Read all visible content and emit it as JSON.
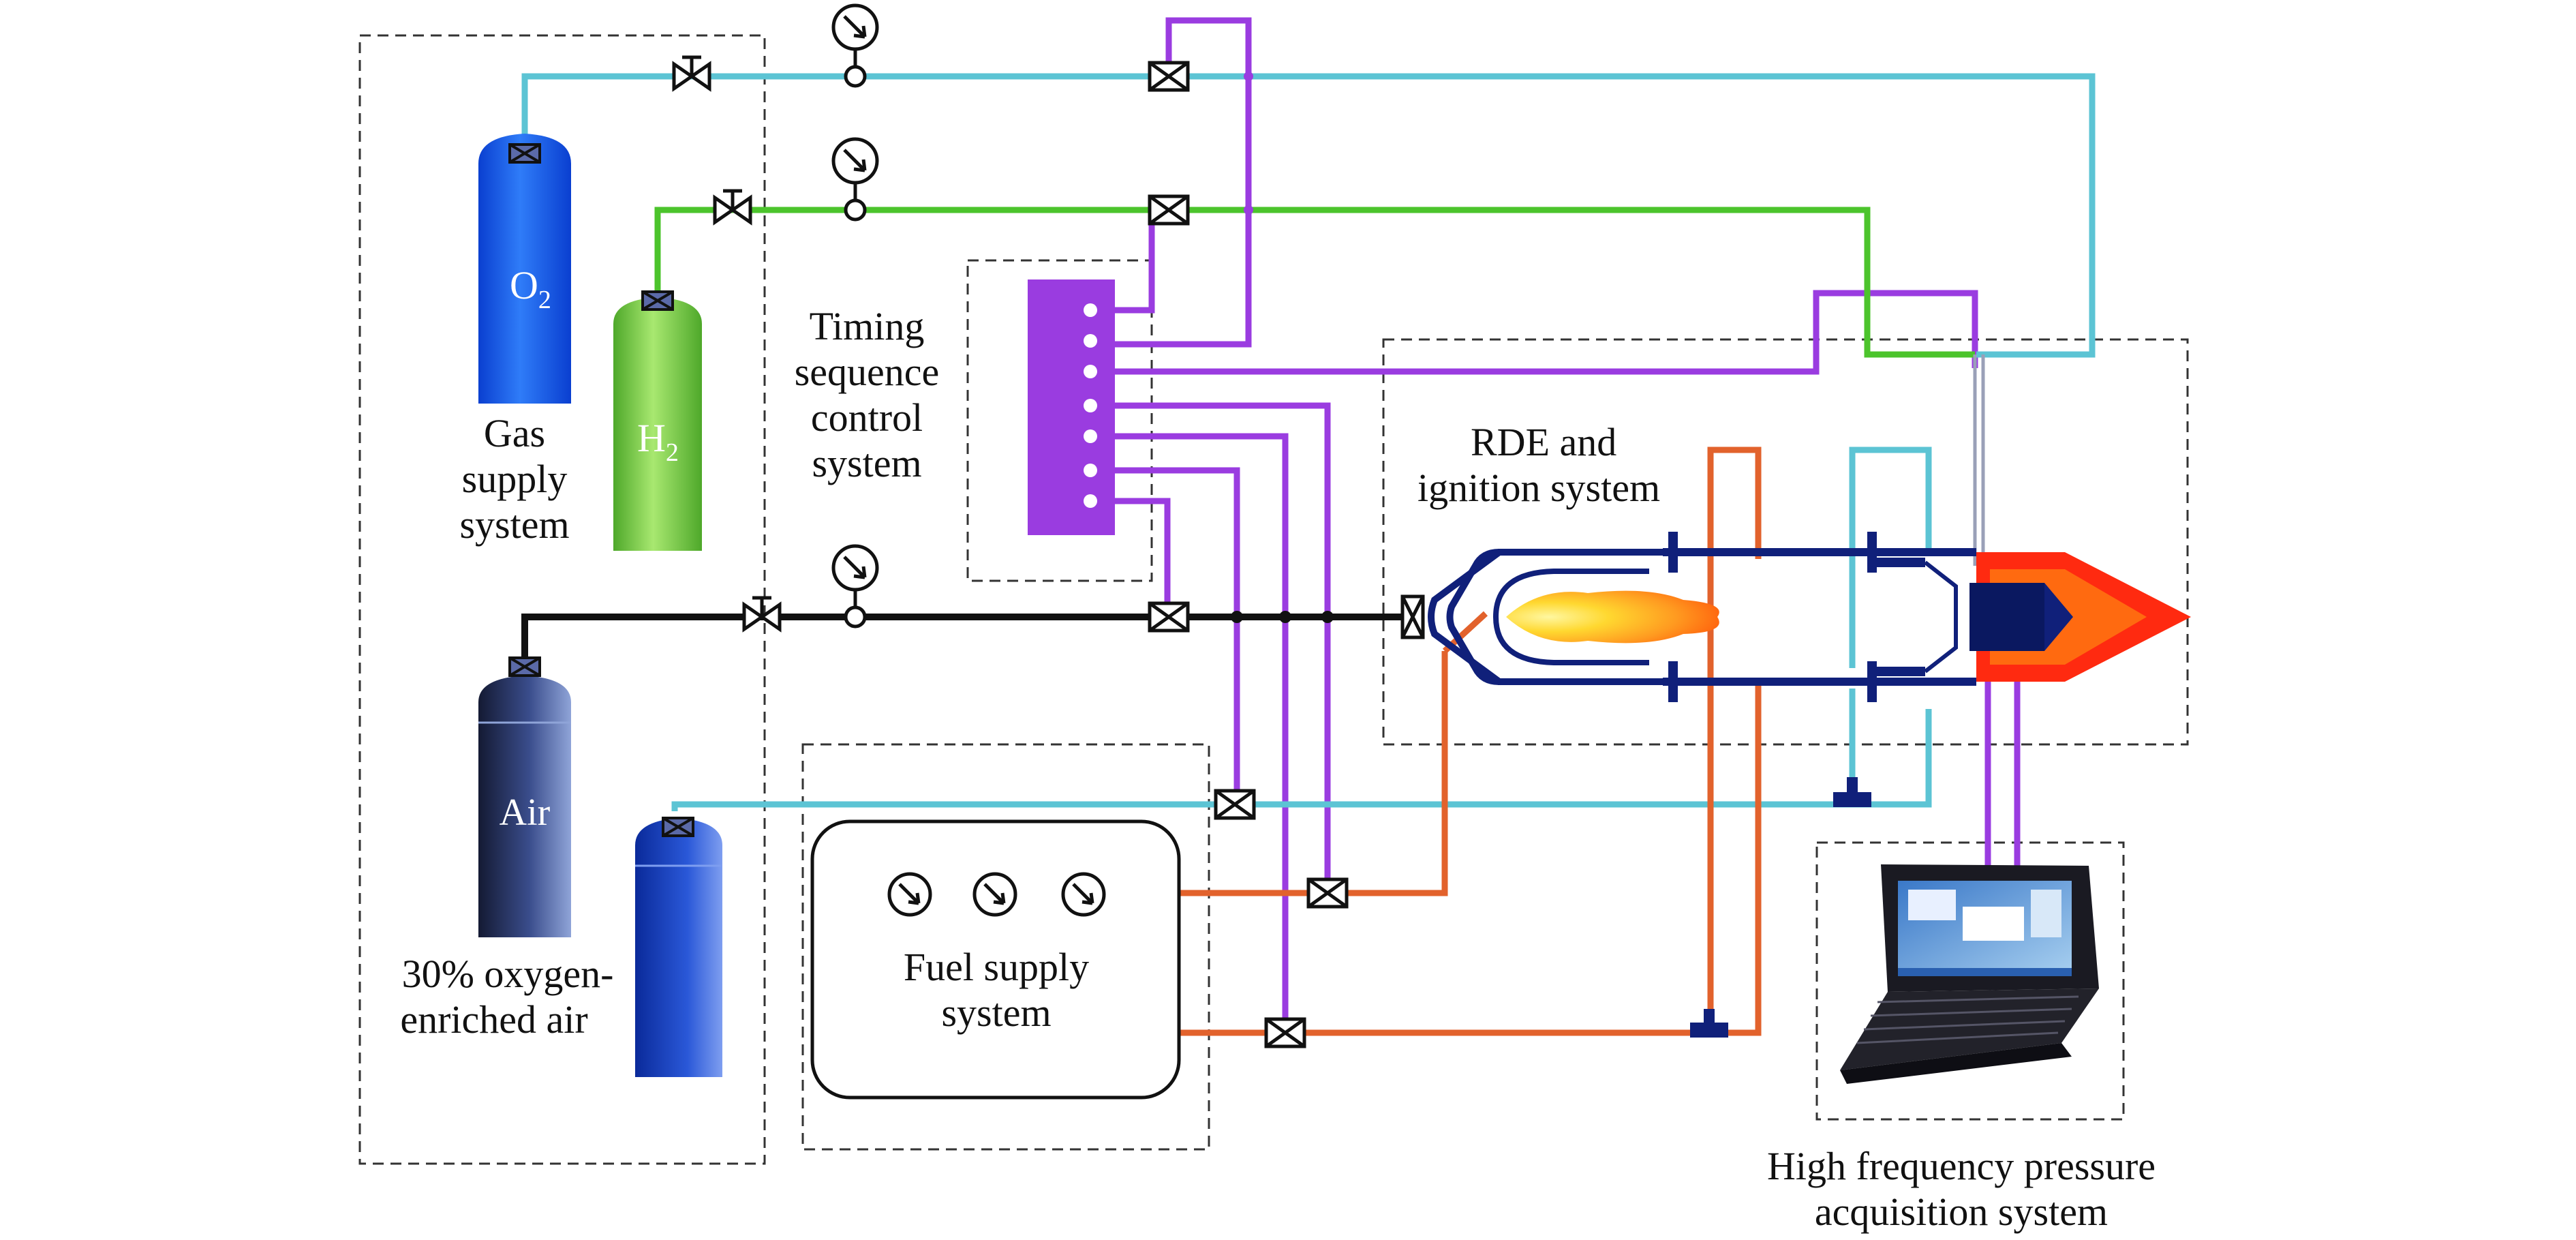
{
  "labels": {
    "o2": "O",
    "o2_sub": "2",
    "h2": "H",
    "h2_sub": "2",
    "gas_line1": "Gas",
    "gas_line2": "supply",
    "gas_line3": "system",
    "air": "Air",
    "oea_line1": "30% oxygen-",
    "oea_line2": "enriched air",
    "timing_line1": "Timing",
    "timing_line2": "sequence",
    "timing_line3": "control",
    "timing_line4": "system",
    "rde_line1": "RDE and",
    "rde_line2": "ignition system",
    "fuel_line1": "Fuel supply",
    "fuel_line2": "system",
    "daq_line1": "High frequency pressure",
    "daq_line2": "acquisition system"
  },
  "colors": {
    "oxygen_line": "#5cc4d4",
    "hydrogen_line": "#4cc42c",
    "air_line": "#111111",
    "control_line": "#9a3ce0",
    "fuel_line": "#e2622c",
    "rde_body": "#10207a",
    "oxygen_bottle": "#1d5fe8",
    "hydrogen_bottle": "#7ed44e",
    "flame_core": "#ffe24a",
    "exhaust": "#ff2a10"
  }
}
